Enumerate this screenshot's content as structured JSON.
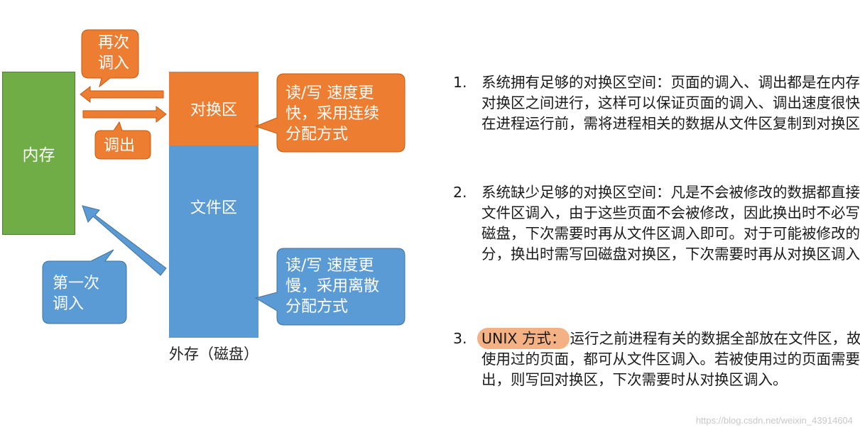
{
  "diagram": {
    "memory_label": "内存",
    "swap_label": "对换区",
    "file_label": "文件区",
    "disk_caption": "外存（磁盘）",
    "callout_swap_in": "再次调入",
    "callout_swap_out": "调出",
    "callout_first_in": "第一次调入",
    "callout_fast": "读/写 速度更快，采用连续分配方式",
    "callout_slow": "读/写 速度更慢，采用离散分配方式",
    "colors": {
      "memory": "#70ad47",
      "swap": "#ed7d31",
      "file": "#5b9bd5",
      "highlight": "#f4b183"
    }
  },
  "notes": {
    "item1_num": "1.",
    "item1_text": "系统拥有足够的对换区空间：页面的调入、调出都是在内存与对换区之间进行，这样可以保证页面的调入、调出速度很快。在进程运行前，需将进程相关的数据从文件区复制到对换区。",
    "item2_num": "2.",
    "item2_text": "系统缺少足够的对换区空间：凡是不会被修改的数据都直接从文件区调入，由于这些页面不会被修改，因此换出时不必写回磁盘，下次需要时再从文件区调入即可。对于可能被修改的部分，换出时需写回磁盘对换区，下次需要时再从对换区调入。",
    "item3_num": "3.",
    "item3_highlight": "UNIX 方式：",
    "item3_text": "运行之前进程有关的数据全部放在文件区，故未使用过的页面，都可从文件区调入。若被使用过的页面需要换出，则写回对换区，下次需要时从对换区调入。"
  },
  "watermark": "https://blog.csdn.net/weixin_43914604"
}
